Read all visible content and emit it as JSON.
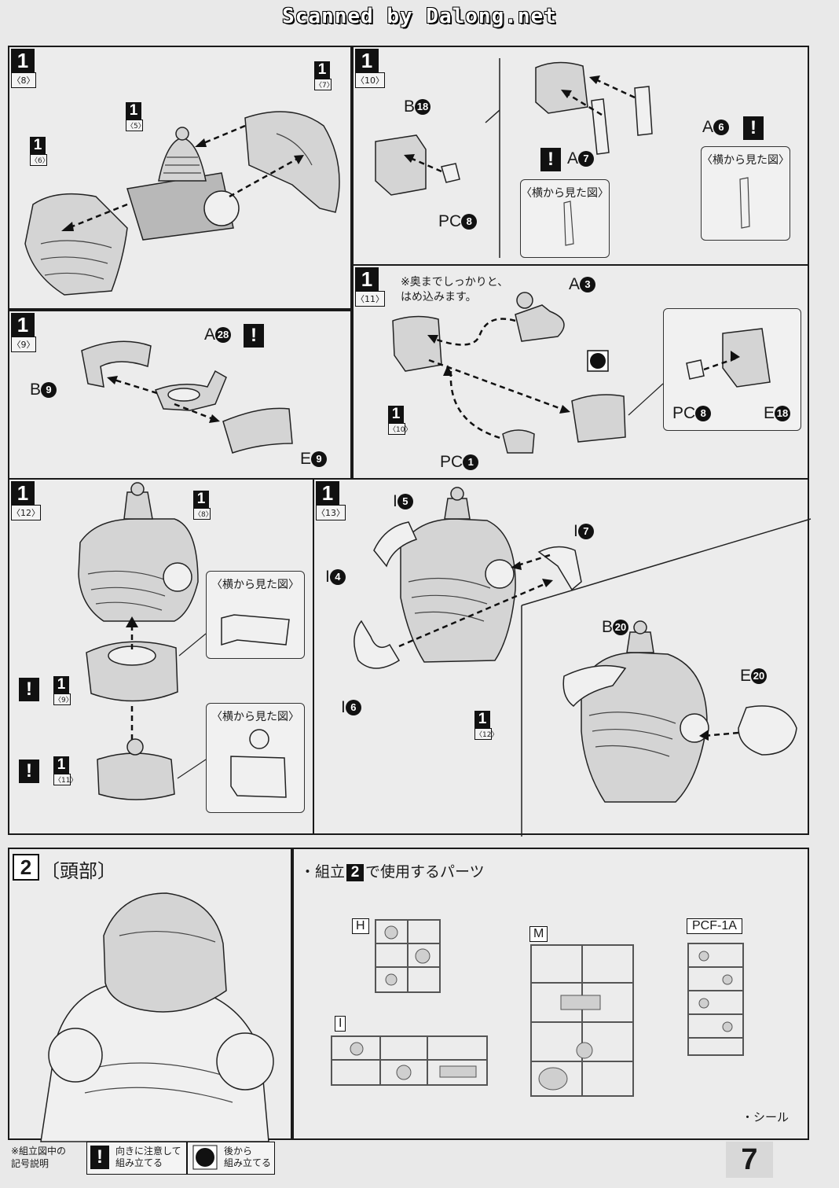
{
  "watermark": "Scanned by Dalong.net",
  "step1": {
    "num": "1",
    "subs": {
      "s8": "〈8〉",
      "s7": "〈7〉",
      "s5": "〈5〉",
      "s6": "〈6〉",
      "s9": "〈9〉",
      "s10": "〈10〉",
      "s11": "〈11〉",
      "s12": "〈12〉",
      "s13": "〈13〉"
    }
  },
  "parts": {
    "b18": "B",
    "b18n": "18",
    "pc8": "PC",
    "pc8n": "8",
    "a7": "A",
    "a7n": "7",
    "a6": "A",
    "a6n": "6",
    "a28": "A",
    "a28n": "28",
    "b9": "B",
    "b9n": "9",
    "e9": "E",
    "e9n": "9",
    "a3": "A",
    "a3n": "3",
    "pc1": "PC",
    "pc1n": "1",
    "pc8b": "PC",
    "pc8bn": "8",
    "e18": "E",
    "e18n": "18",
    "i5": "I",
    "i5n": "5",
    "i4": "I",
    "i4n": "4",
    "i7": "I",
    "i7n": "7",
    "i6": "I",
    "i6n": "6",
    "b20": "B",
    "b20n": "20",
    "e20": "E",
    "e20n": "20"
  },
  "side_view": "〈横から見た図〉",
  "note_press": "※奥までしっかりと、\nはめ込みます。",
  "exclaim": "!",
  "step2": {
    "num": "2",
    "title": "〔頭部〕",
    "parts_heading_pre": "・組立",
    "parts_heading_num": "2",
    "parts_heading_post": "で使用するパーツ",
    "runners": [
      "H",
      "M",
      "PCF-1A",
      "I"
    ],
    "seal": "・シール"
  },
  "legend": {
    "title": "※組立図中の\n記号説明",
    "item1": "向きに注意して\n組み立てる",
    "item2": "後から\n組み立てる"
  },
  "page_number": "7"
}
